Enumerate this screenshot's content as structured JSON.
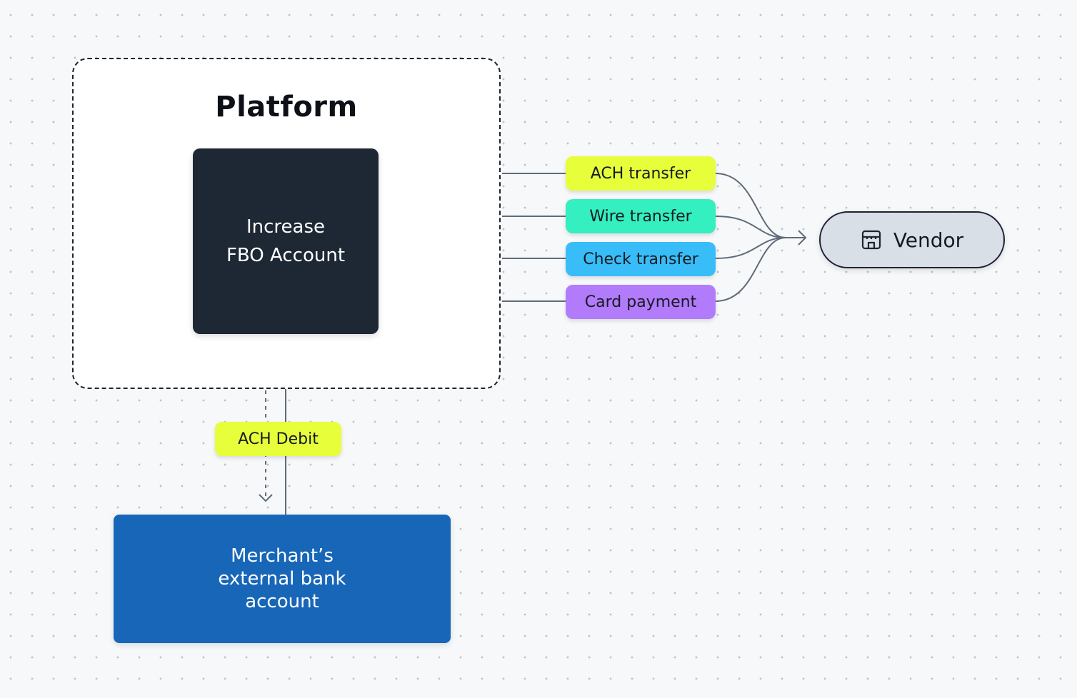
{
  "platform": {
    "title": "Platform",
    "fbo_line1": "Increase",
    "fbo_line2": "FBO Account"
  },
  "payment_methods": [
    {
      "label": "ACH transfer",
      "color": "#e6ff3a"
    },
    {
      "label": "Wire transfer",
      "color": "#34efc0"
    },
    {
      "label": "Check transfer",
      "color": "#38bdf8"
    },
    {
      "label": "Card payment",
      "color": "#b27bfb"
    }
  ],
  "vendor": {
    "label": "Vendor",
    "icon": "storefront-icon"
  },
  "debit": {
    "label": "ACH Debit",
    "color": "#e6ff3a"
  },
  "bank": {
    "line1": "Merchant’s",
    "line2": "external bank",
    "line3": "account"
  }
}
